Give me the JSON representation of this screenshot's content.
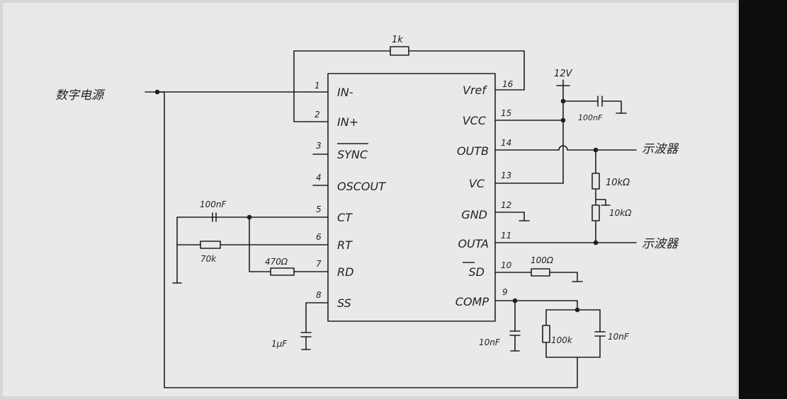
{
  "colors": {
    "background": "#d6d8d8",
    "paper": "#e8e9e9",
    "ink": "#202020",
    "right_band": "#0d0d0d"
  },
  "input_label": "数字电源",
  "ic": {
    "left_pins": [
      {
        "num": "1",
        "name": "IN-"
      },
      {
        "num": "2",
        "name": "IN+"
      },
      {
        "num": "3",
        "name": "SYNC"
      },
      {
        "num": "4",
        "name": "OSCOUT"
      },
      {
        "num": "5",
        "name": "CT"
      },
      {
        "num": "6",
        "name": "RT"
      },
      {
        "num": "7",
        "name": "RD"
      },
      {
        "num": "8",
        "name": "SS"
      }
    ],
    "right_pins": [
      {
        "num": "16",
        "name": "Vref"
      },
      {
        "num": "15",
        "name": "VCC"
      },
      {
        "num": "14",
        "name": "OUTB"
      },
      {
        "num": "13",
        "name": "VC"
      },
      {
        "num": "12",
        "name": "GND"
      },
      {
        "num": "11",
        "name": "OUTA"
      },
      {
        "num": "10",
        "name": "SD"
      },
      {
        "num": "9",
        "name": "COMP"
      }
    ]
  },
  "components": {
    "r_feedback": "1k",
    "supply": "12V",
    "c_vcc": "100nF",
    "out_top": "示波器",
    "out_bottom": "示波器",
    "r_div_top": "10kΩ",
    "r_div_bottom": "10kΩ",
    "c_ct": "100nF",
    "r_rt": "70k",
    "r_rd": "470Ω",
    "c_ss": "1μF",
    "r_sd": "100Ω",
    "c_comp": "10nF",
    "r_comp": "100k",
    "c_comp2": "10nF"
  }
}
